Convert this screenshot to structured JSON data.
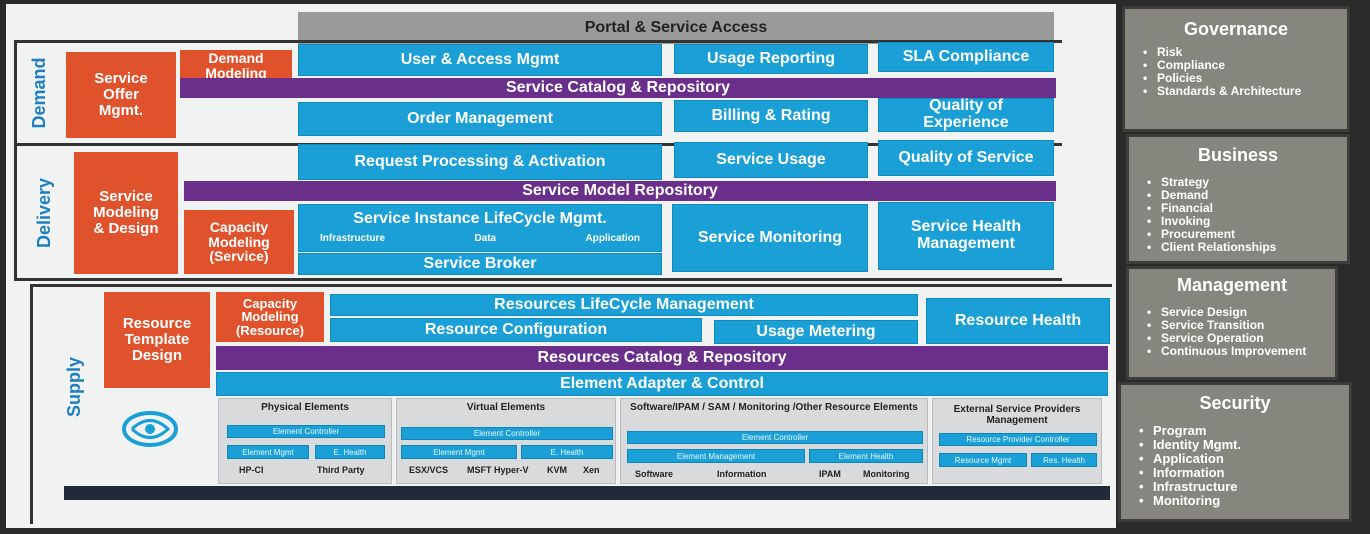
{
  "portal": {
    "title": "Portal & Service Access"
  },
  "rows": {
    "demand": "Demand",
    "delivery": "Delivery",
    "supply": "Supply"
  },
  "demand": {
    "service_offer": "Service Offer Mgmt.",
    "demand_modeling": "Demand Modeling",
    "user_access": "User & Access Mgmt",
    "usage_reporting": "Usage Reporting",
    "sla_compliance": "SLA Compliance",
    "catalog": "Service Catalog & Repository",
    "order_mgmt": "Order Management",
    "billing": "Billing & Rating",
    "qoe": "Quality of Experience"
  },
  "delivery": {
    "service_modeling": "Service Modeling & Design",
    "request_processing": "Request Processing & Activation",
    "service_usage": "Service Usage",
    "qos": "Quality of Service",
    "model_repo": "Service Model Repository",
    "capacity_modeling": "Capacity Modeling (Service)",
    "lifecycle": "Service Instance LifeCycle Mgmt.",
    "lifecycle_infra": "Infrastructure",
    "lifecycle_data": "Data",
    "lifecycle_app": "Application",
    "broker": "Service Broker",
    "monitoring": "Service Monitoring",
    "health": "Service Health Management"
  },
  "supply": {
    "resource_template": "Resource Template Design",
    "capacity_modeling": "Capacity Modeling (Resource)",
    "lifecycle": "Resources LifeCycle Management",
    "configuration": "Resource Configuration",
    "usage_metering": "Usage Metering",
    "health": "Resource Health",
    "catalog": "Resources Catalog & Repository",
    "adapter": "Element Adapter & Control",
    "physical": {
      "title": "Physical Elements",
      "controller": "Element Controller",
      "mgmt": "Element Mgmt",
      "health": "E. Health",
      "labels": [
        "HP-CI",
        "Third Party"
      ]
    },
    "virtual": {
      "title": "Virtual Elements",
      "controller": "Element Controller",
      "mgmt": "Element Mgmt",
      "health": "E. Health",
      "labels": [
        "ESX/VCS",
        "MSFT Hyper-V",
        "KVM",
        "Xen"
      ]
    },
    "software": {
      "title": "Software/IPAM / SAM / Monitoring /Other Resource Elements",
      "controller": "Element Controller",
      "mgmt": "Element Management",
      "health": "Element Health",
      "labels": [
        "Software",
        "Information",
        "IPAM",
        "Monitoring"
      ]
    },
    "external": {
      "title": "External Service Providers Management",
      "controller": "Resource Provider Controller",
      "mgmt": "Resource Mgmt",
      "health": "Res. Health"
    }
  },
  "sidebar": [
    {
      "title": "Governance",
      "items": [
        "Risk",
        "Compliance",
        "Policies",
        "Standards & Architecture"
      ]
    },
    {
      "title": "Business",
      "items": [
        "Strategy",
        "Demand",
        "Financial",
        "Invoking",
        "Procurement",
        "Client Relationships"
      ]
    },
    {
      "title": "Management",
      "items": [
        "Service Design",
        "Service Transition",
        "Service Operation",
        "Continuous Improvement"
      ]
    },
    {
      "title": "Security",
      "items": [
        "Program",
        "Identity Mgmt.",
        "Application",
        "Information",
        "Infrastructure",
        "Monitoring"
      ]
    }
  ],
  "colors": {
    "blue": "#1aa0d6",
    "purple": "#6a2f8b",
    "orange": "#e0522c",
    "gray": "#86867f"
  }
}
